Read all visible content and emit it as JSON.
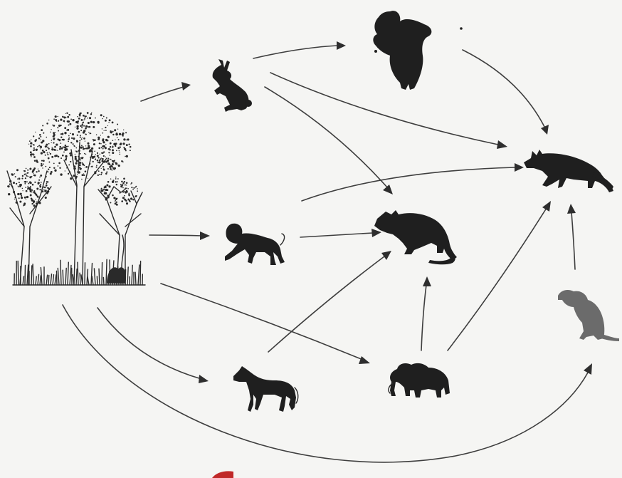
{
  "diagram": {
    "type": "food-web",
    "nodes": [
      {
        "id": "forest",
        "icon": "forest-trees-icon"
      },
      {
        "id": "rabbit",
        "icon": "rabbit-icon"
      },
      {
        "id": "owl",
        "icon": "owl-icon"
      },
      {
        "id": "monkey",
        "icon": "monkey-icon"
      },
      {
        "id": "horse",
        "icon": "horse-icon"
      },
      {
        "id": "elephant",
        "icon": "elephant-icon"
      },
      {
        "id": "big-cat",
        "icon": "big-cat-icon"
      },
      {
        "id": "fox",
        "icon": "fox-icon"
      },
      {
        "id": "weasel",
        "icon": "weasel-icon"
      }
    ],
    "edges": [
      {
        "from": "forest",
        "to": "rabbit"
      },
      {
        "from": "forest",
        "to": "monkey"
      },
      {
        "from": "forest",
        "to": "horse"
      },
      {
        "from": "forest",
        "to": "elephant"
      },
      {
        "from": "forest",
        "to": "weasel"
      },
      {
        "from": "rabbit",
        "to": "owl"
      },
      {
        "from": "rabbit",
        "to": "fox"
      },
      {
        "from": "rabbit",
        "to": "big-cat"
      },
      {
        "from": "owl",
        "to": "fox"
      },
      {
        "from": "monkey",
        "to": "big-cat"
      },
      {
        "from": "monkey",
        "to": "fox"
      },
      {
        "from": "horse",
        "to": "big-cat"
      },
      {
        "from": "elephant",
        "to": "big-cat"
      },
      {
        "from": "elephant",
        "to": "fox"
      },
      {
        "from": "weasel",
        "to": "fox"
      }
    ],
    "colors": {
      "ink": "#1f1f1f",
      "paper": "#f5f5f3",
      "mark": "#c02828"
    }
  }
}
